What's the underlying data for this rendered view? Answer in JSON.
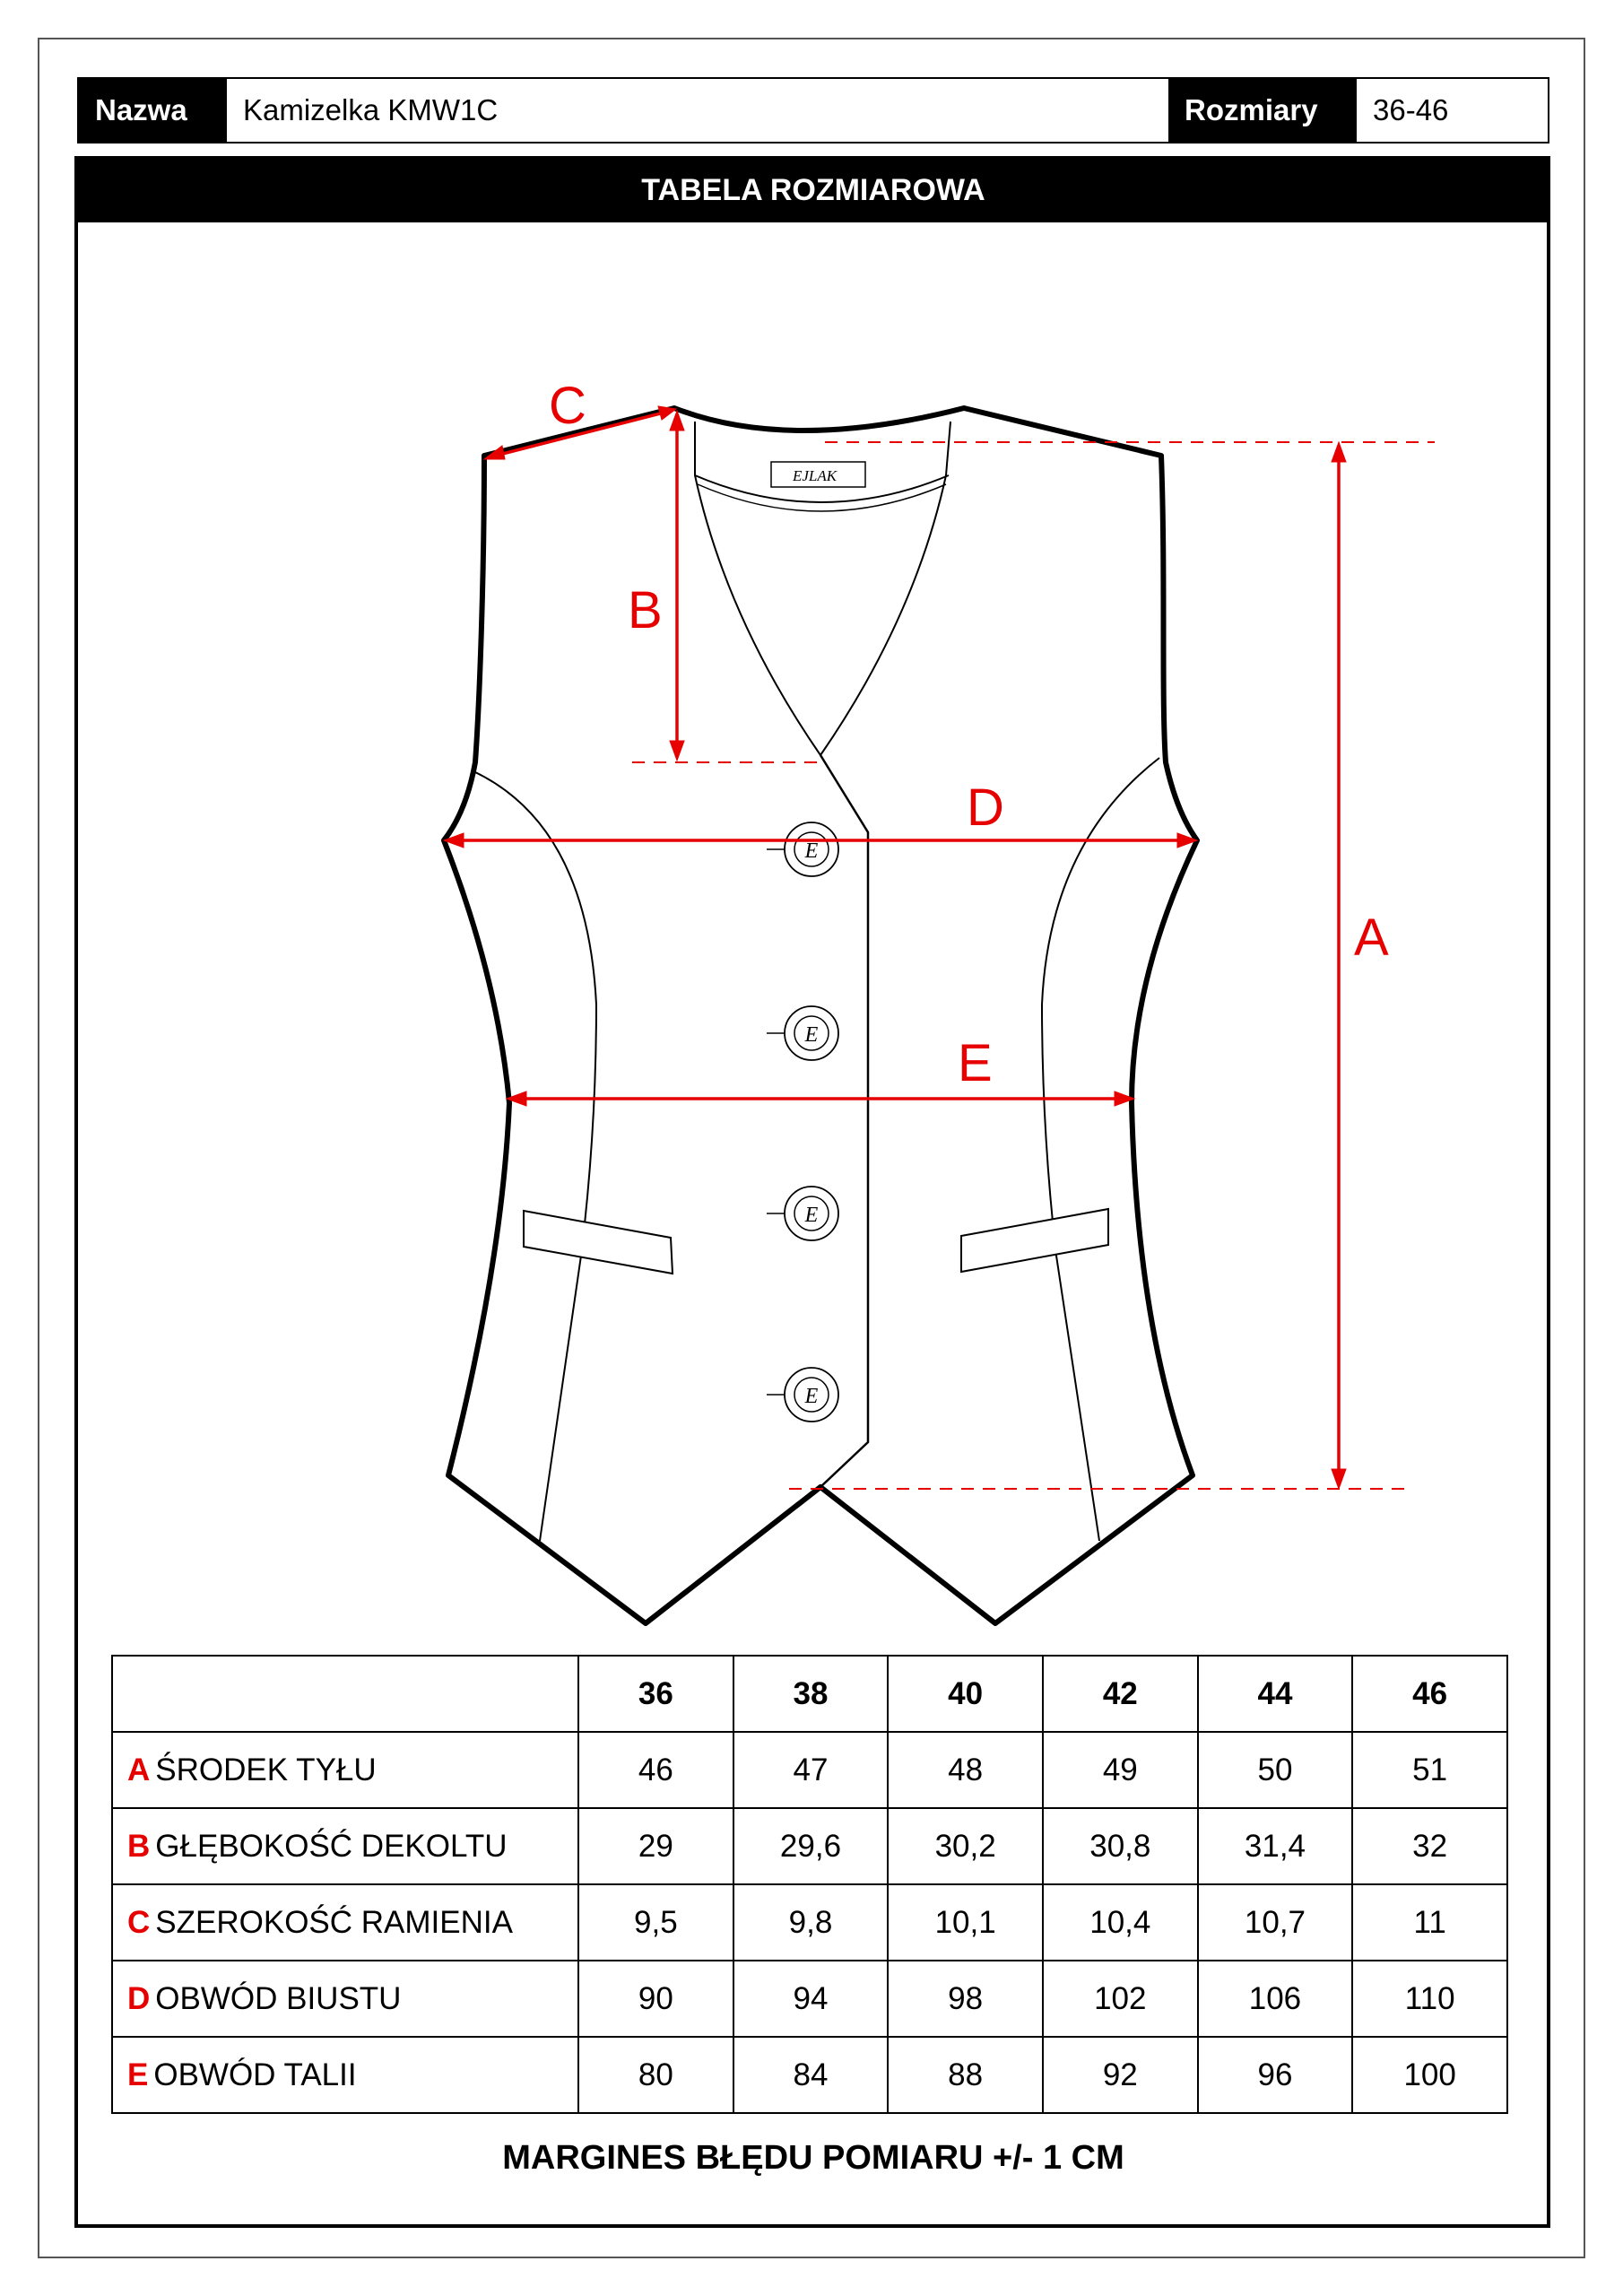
{
  "header": {
    "name_label": "Nazwa",
    "name_value": "Kamizelka KMW1C",
    "sizes_label": "Rozmiary",
    "sizes_value": "36-46"
  },
  "banner": "TABELA ROZMIAROWA",
  "diagram": {
    "labels": {
      "a": "A",
      "b": "B",
      "c": "C",
      "d": "D",
      "e": "E"
    },
    "brand": "EJLAK",
    "button_mark": "E",
    "colors": {
      "measure": "#e60000",
      "outline": "#000000"
    }
  },
  "table": {
    "sizes": [
      "36",
      "38",
      "40",
      "42",
      "44",
      "46"
    ],
    "rows": [
      {
        "letter": "A",
        "label": "ŚRODEK TYŁU",
        "values": [
          "46",
          "47",
          "48",
          "49",
          "50",
          "51"
        ]
      },
      {
        "letter": "B",
        "label": "GŁĘBOKOŚĆ DEKOLTU",
        "values": [
          "29",
          "29,6",
          "30,2",
          "30,8",
          "31,4",
          "32"
        ]
      },
      {
        "letter": "C",
        "label": "SZEROKOŚĆ RAMIENIA",
        "values": [
          "9,5",
          "9,8",
          "10,1",
          "10,4",
          "10,7",
          "11"
        ]
      },
      {
        "letter": "D",
        "label": "OBWÓD BIUSTU",
        "values": [
          "90",
          "94",
          "98",
          "102",
          "106",
          "110"
        ]
      },
      {
        "letter": "E",
        "label": "OBWÓD TALII",
        "values": [
          "80",
          "84",
          "88",
          "92",
          "96",
          "100"
        ]
      }
    ]
  },
  "footer": "MARGINES BŁĘDU POMIARU +/- 1 CM"
}
